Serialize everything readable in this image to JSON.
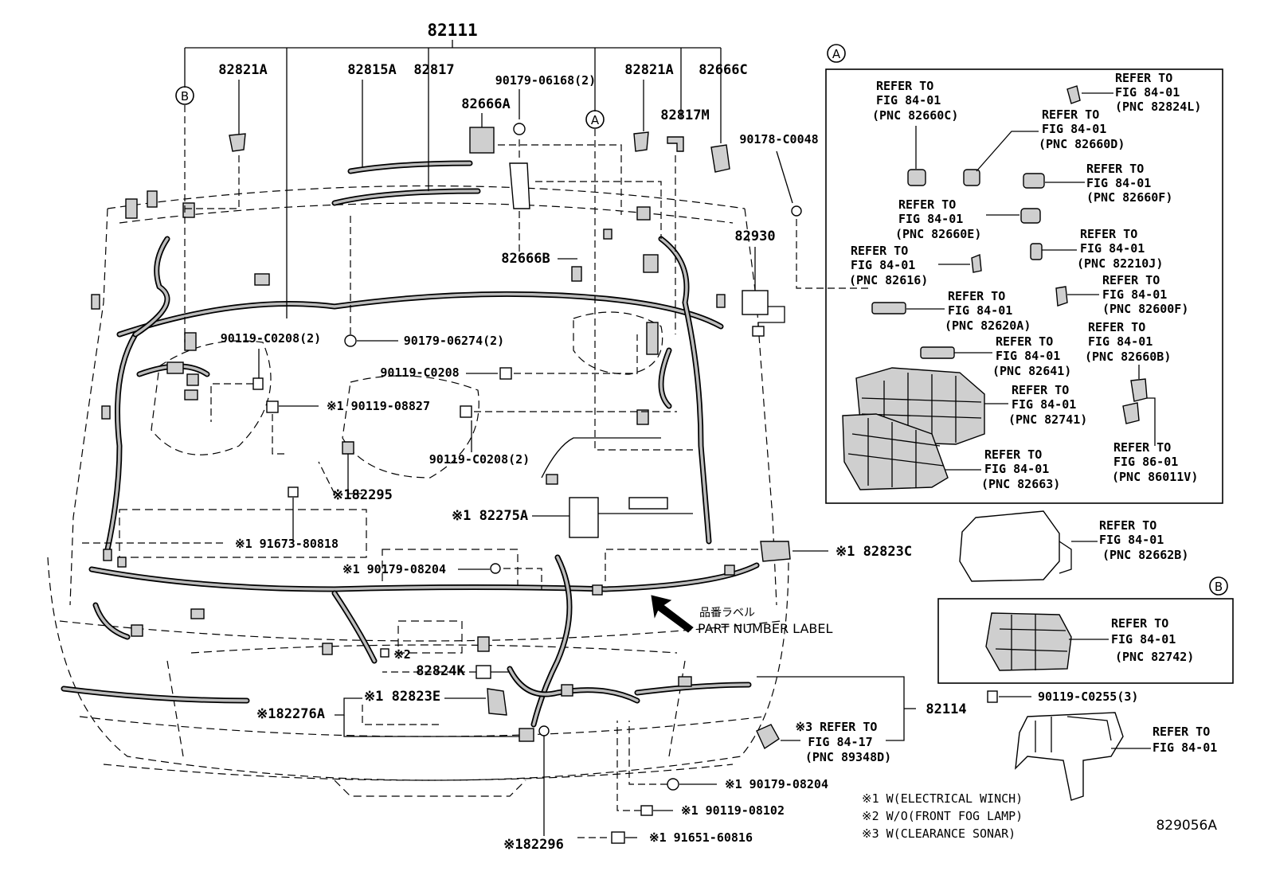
{
  "title_part": "82111",
  "drawing_number": "829056A",
  "callouts": {
    "c82821A_left": "82821A",
    "c82815A": "82815A",
    "c82817": "82817",
    "c90179_06168": "90179-06168(2)",
    "c82666A": "82666A",
    "c82821A_right": "82821A",
    "c82666C": "82666C",
    "c82817M": "82817M",
    "c90178_C0048": "90178-C0048",
    "c82930": "82930",
    "c82666B": "82666B",
    "c90119_C0208_2a": "90119-C0208(2)",
    "c90179_06274": "90179-06274(2)",
    "c90119_C0208": "90119-C0208",
    "c90119_08827": "※1 90119-08827",
    "c90119_C0208_2b": "90119-C0208(2)",
    "c82295": "※182295",
    "c82275A": "※1 82275A",
    "c91673_80818": "※1 91673-80818",
    "c82823C": "※1 82823C",
    "c90179_08204_top": "※1 90179-08204",
    "c_jp_label": "品番ラベル",
    "c_part_number_label": "PART NUMBER LABEL",
    "c_mark2": "※2",
    "c82824K": "82824K",
    "c82823E": "※1 82823E",
    "c82276A": "※182276A",
    "c82114": "82114",
    "c_sonar_ref1": "※3 REFER TO",
    "c_sonar_ref2": "FIG 84-17",
    "c_sonar_ref3": "(PNC 89348D)",
    "c90179_08204_bottom": "※1 90179-08204",
    "c90119_08102": "※1 90119-08102",
    "c82296": "※182296",
    "c91651_60816": "※1 91651-60816"
  },
  "markers": {
    "a": "A",
    "b": "B"
  },
  "box_a": [
    {
      "l1": "REFER TO",
      "l2": "FIG 84-01",
      "l3": "(PNC 82660C)"
    },
    {
      "l1": "REFER TO",
      "l2": "FIG 84-01",
      "l3": "(PNC 82824L)"
    },
    {
      "l1": "REFER TO",
      "l2": "FIG 84-01",
      "l3": "(PNC 82660D)"
    },
    {
      "l1": "REFER TO",
      "l2": "FIG 84-01",
      "l3": "(PNC 82660F)"
    },
    {
      "l1": "REFER TO",
      "l2": "FIG 84-01",
      "l3": "(PNC 82660E)"
    },
    {
      "l1": "REFER TO",
      "l2": "FIG 84-01",
      "l3": "(PNC 82210J)"
    },
    {
      "l1": "REFER TO",
      "l2": "FIG 84-01",
      "l3": "(PNC 82616)"
    },
    {
      "l1": "REFER TO",
      "l2": "FIG 84-01",
      "l3": "(PNC 82600F)"
    },
    {
      "l1": "REFER TO",
      "l2": "FIG 84-01",
      "l3": "(PNC 82620A)"
    },
    {
      "l1": "REFER TO",
      "l2": "FIG 84-01",
      "l3": "(PNC 82660B)"
    },
    {
      "l1": "REFER TO",
      "l2": "FIG 84-01",
      "l3": "(PNC 82641)"
    },
    {
      "l1": "REFER TO",
      "l2": "FIG 84-01",
      "l3": "(PNC 82741)"
    },
    {
      "l1": "REFER TO",
      "l2": "FIG 84-01",
      "l3": "(PNC 82663)"
    },
    {
      "l1": "REFER TO",
      "l2": "FIG 86-01",
      "l3": "(PNC 86011V)"
    }
  ],
  "relay_box": {
    "l1": "REFER TO",
    "l2": "FIG 84-01",
    "l3": "(PNC 82662B)"
  },
  "box_b": {
    "l1": "REFER TO",
    "l2": "FIG 84-01",
    "l3": "(PNC 82742)"
  },
  "bracket": {
    "bolt": "90119-C0255(3)",
    "l1": "REFER TO",
    "l2": "FIG 84-01"
  },
  "notes": [
    "※1 W(ELECTRICAL WINCH)",
    "※2 W/O(FRONT FOG LAMP)",
    "※3 W(CLEARANCE SONAR)"
  ]
}
